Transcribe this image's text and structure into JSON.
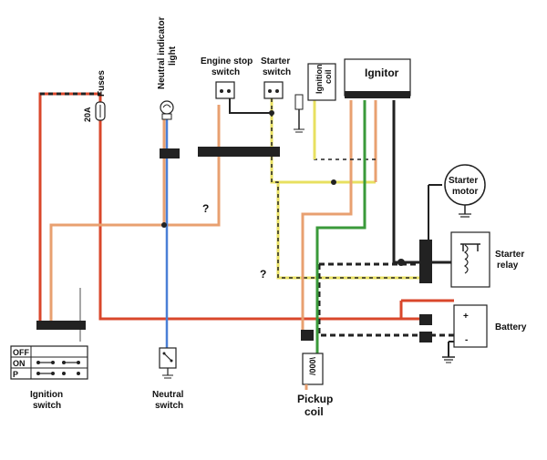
{
  "labels": {
    "fuses": "Fuses",
    "fuse_rating": "20A",
    "neutral_indicator_line1": "Neutral indicator",
    "neutral_indicator_line2": "light",
    "engine_stop_line1": "Engine stop",
    "engine_stop_line2": "switch",
    "starter_switch_line1": "Starter",
    "starter_switch_line2": "switch",
    "ignition_coil_line1": "Ignition",
    "ignition_coil_line2": "coil",
    "ignitor": "Ignitor",
    "starter_motor_line1": "Starter",
    "starter_motor_line2": "motor",
    "starter_relay_line1": "Starter",
    "starter_relay_line2": "relay",
    "battery": "Battery",
    "battery_plus": "+",
    "battery_minus": "-",
    "pickup_coil_line1": "Pickup",
    "pickup_coil_line2": "coil",
    "neutral_switch_line1": "Neutral",
    "neutral_switch_line2": "switch",
    "ignition_switch_line1": "Ignition",
    "ignition_switch_line2": "switch",
    "question_1": "?",
    "question_2": "?",
    "switch_off": "OFF",
    "switch_on": "ON",
    "switch_p": "P"
  },
  "colors": {
    "wire_red": "#d9472b",
    "wire_orange": "#e8a070",
    "wire_blue": "#4a7fd6",
    "wire_green": "#3a9a3a",
    "wire_yellow": "#e8e060",
    "wire_black": "#222222"
  }
}
